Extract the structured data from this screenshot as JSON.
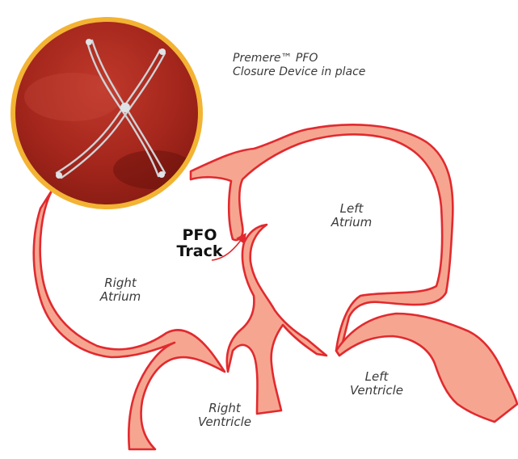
{
  "caption": {
    "line1": "Premere™ PFO",
    "line2": "Closure Device in place"
  },
  "callout": {
    "line1": "PFO",
    "line2": "Track"
  },
  "chambers": {
    "left_atrium": [
      "Left",
      "Atrium"
    ],
    "right_atrium": [
      "Right",
      "Atrium"
    ],
    "right_ventricle": [
      "Right",
      "Ventricle"
    ],
    "left_ventricle": [
      "Left",
      "Ventricle"
    ]
  },
  "colors": {
    "tissue_fill": "#f6a690",
    "tissue_outline": "#e12a2f",
    "inset_ring": "#f3b333",
    "inset_background": "#8e1a12",
    "arrow": "#e12a2f",
    "device_wire": "#cfd2d6"
  }
}
